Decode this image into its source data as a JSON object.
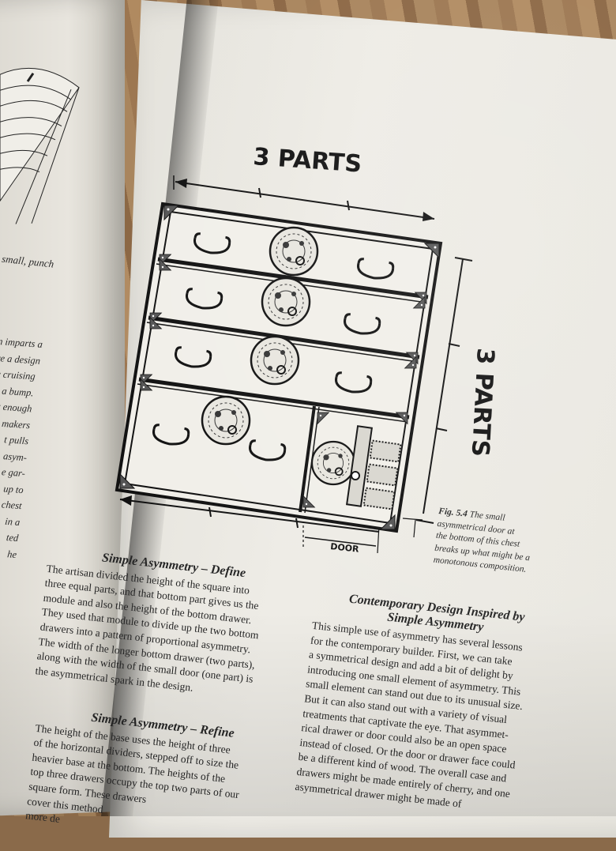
{
  "left_page": {
    "caption": "small, punch",
    "text_lines": [
      "n imparts a",
      "ve a design",
      "e cruising",
      "r a bump.",
      "t enough",
      "makers",
      "t pulls",
      "asym-",
      "e gar-",
      "up to",
      "chest",
      "in a",
      "ted",
      "he"
    ]
  },
  "figure": {
    "label_top": "3 PARTS",
    "label_side": "3 PARTS",
    "label_door": "DOOR",
    "caption_number": "Fig. 5.4",
    "caption_lines": [
      "The small",
      "asymmetrical door at",
      "the bottom of this chest",
      "breaks up what might be a",
      "monotonous composition."
    ]
  },
  "section_define": {
    "heading": "Simple Asymmetry – Define",
    "lines": [
      "The artisan divided the height of the square into",
      "three equal parts, and that bottom part gives us the",
      "module and also the height of the bottom drawer.",
      "They used that module to divide up the two bottom",
      "drawers into a pattern of proportional asymmetry.",
      "The width of the longer bottom drawer (two parts),",
      "along with the width of the small door (one part) is",
      "the asymmetrical spark in the design."
    ]
  },
  "section_refine": {
    "heading": "Simple Asymmetry – Refine",
    "lines": [
      "The height of the base uses the height of three",
      "of the horizontal dividers, stepped off to size the",
      "heavier base at the bottom. The heights of the",
      "top three drawers occupy the top two parts of our",
      "square form. These drawers",
      "cover this method",
      "more de"
    ]
  },
  "section_contemporary": {
    "heading_line1": "Contemporary Design Inspired by",
    "heading_line2": "Simple Asymmetry",
    "lines": [
      "This simple use of asymmetry has several lessons",
      "for the contemporary builder. First, we can take",
      "a symmetrical design and add a bit of delight by",
      "introducing one small element of asymmetry. This",
      "small element can stand out due to its unusual size.",
      "But it can also stand out with a variety of visual",
      "treatments that captivate the eye. That asymmet-",
      "rical drawer or door could also be an open space",
      "instead of closed. Or the door or drawer face could",
      "be a different kind of wood. The overall case and",
      "drawers might be made entirely of cherry, and one",
      "asymmetrical drawer might be made of"
    ]
  }
}
